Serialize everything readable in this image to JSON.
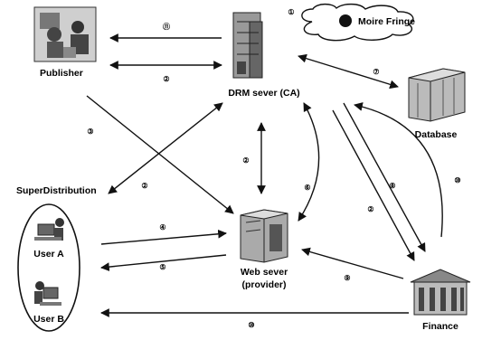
{
  "nodes": {
    "publisher": "Publisher",
    "drm_server": "DRM sever (CA)",
    "moire_fringe": "Moire Fringe",
    "database": "Database",
    "superdistribution": "SuperDistribution",
    "user_a": "User A",
    "user_b": "User B",
    "web_server_line1": "Web sever",
    "web_server_line2": "(provider)",
    "finance": "Finance"
  },
  "step_labels": {
    "drm_top": "①",
    "pub_drm_top": "⑪",
    "pub_drm": "②",
    "pub_web": "③",
    "drm_super": "②",
    "drm_web": "②",
    "user_web": "④",
    "web_user": "⑤",
    "drm_web_curve": "⑥",
    "drm_db": "⑦",
    "drm_fin": "⑧",
    "drm_fin2": "②",
    "fin_web": "⑨",
    "fin_drm": "⑩",
    "fin_user": "⑩"
  }
}
